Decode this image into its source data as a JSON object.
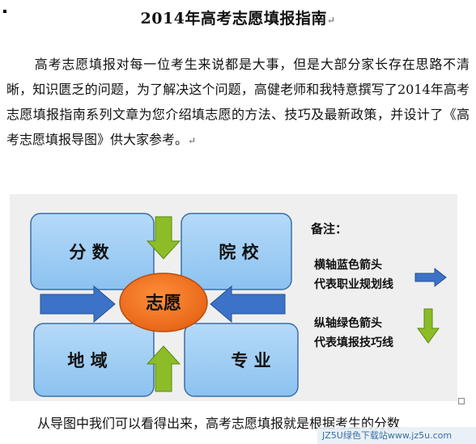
{
  "document": {
    "title": "2014年高考志愿填报指南",
    "paragraph_mark": "↵",
    "paragraph_1": "高考志愿填报对每一位考生来说都是大事，但是大部分家长存在思路不清晰，知识匮乏的问题，为了解决这个问题，高健老师和我特意撰写了2014年高考志愿填报指南系列文章为您介绍填志愿的方法、技巧及最新政策，并设计了《高考志愿填报导图》供大家参考。",
    "paragraph_2": "从导图中我们可以看得出来，高考志愿填报就是根据考生的分数",
    "watermark": "JZ5U绿色下载站www.jz5u.com"
  },
  "diagram": {
    "center_label": "志愿",
    "boxes": {
      "top_left": "分 数",
      "top_right": "院 校",
      "bottom_left": "地 域",
      "bottom_right": "专 业"
    },
    "legend_title": "备注：",
    "legend_blue_line1": "横轴蓝色箭头",
    "legend_blue_line2": "代表职业规划线",
    "legend_green_line1": "纵轴绿色箭头",
    "legend_green_line2": "代表填报技巧线",
    "colors": {
      "box_fill": "#9ccbf2",
      "box_stroke": "#3b6fa8",
      "center_fill": "#f07020",
      "center_stroke": "#b84d0c",
      "blue_arrow": "#3c73c8",
      "green_arrow": "#8cbc28",
      "figure_bg": "#efefef"
    }
  }
}
